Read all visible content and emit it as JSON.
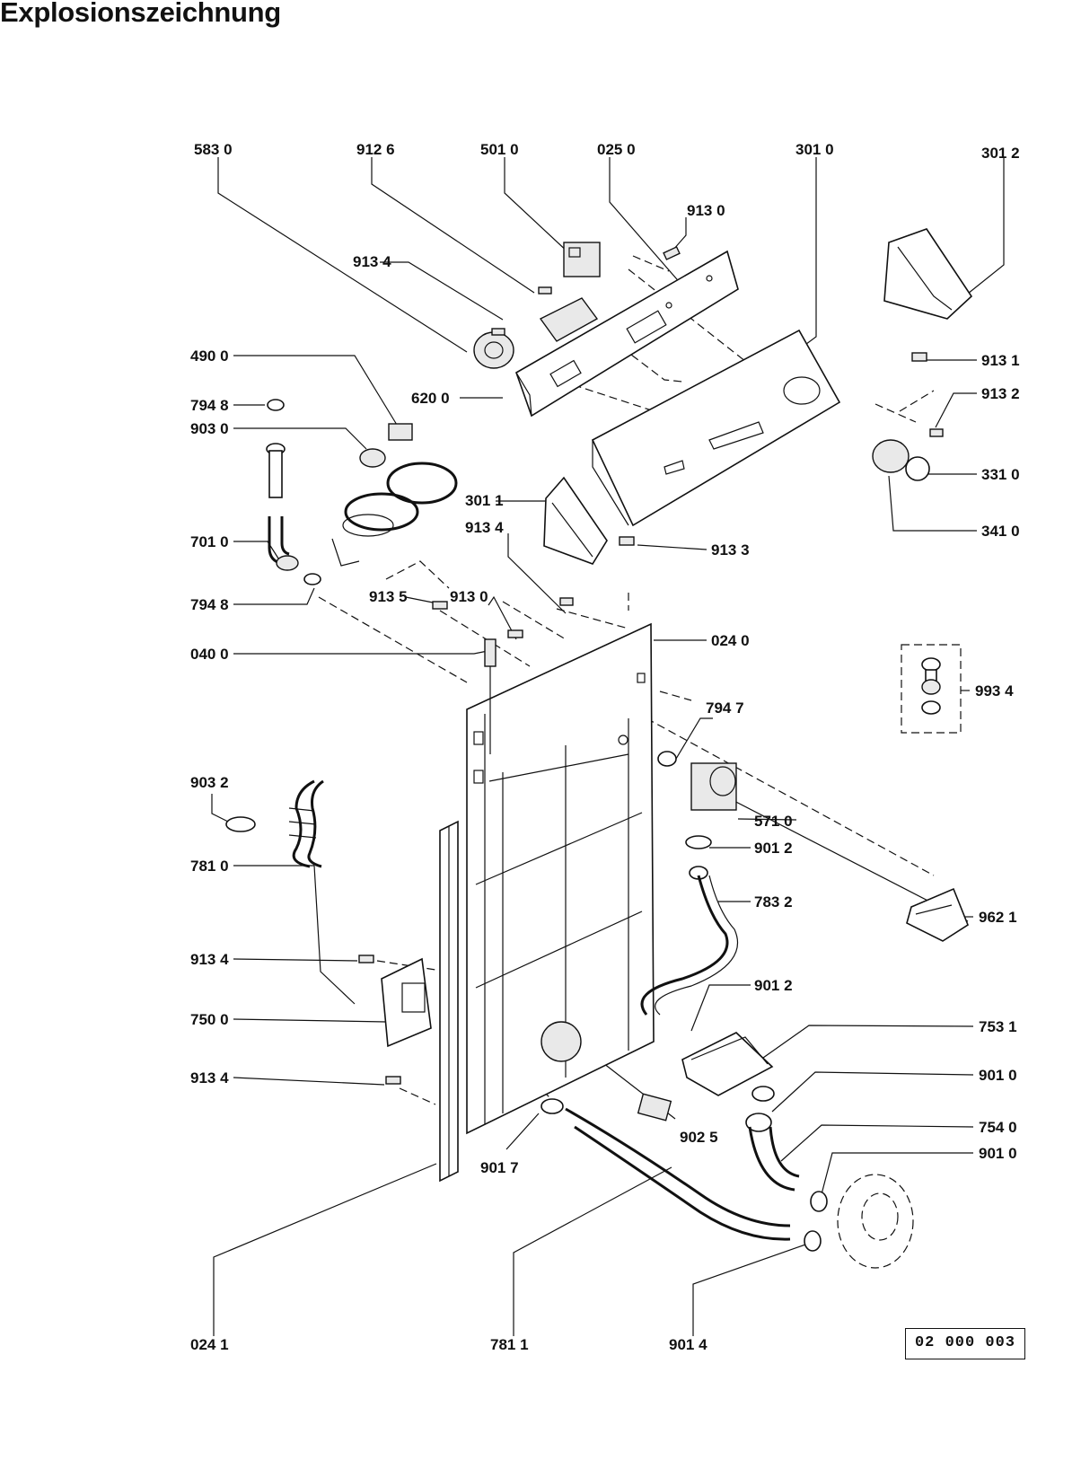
{
  "title": "Explosionszeichnung",
  "drawing_number": "02 000 003",
  "callouts": {
    "c5830": "583 0",
    "c9126": "912 6",
    "c5010": "501 0",
    "c0250": "025 0",
    "c3010": "301 0",
    "c3012": "301 2",
    "c9130a": "913 0",
    "c9134a": "913 4",
    "c9131": "913 1",
    "c4900": "490 0",
    "c6200": "620 0",
    "c9132": "913 2",
    "c7948a": "794 8",
    "c9030": "903 0",
    "c3310": "331 0",
    "c3011": "301 1",
    "c9134b": "913 4",
    "c3410": "341 0",
    "c7010": "701 0",
    "c9133": "913 3",
    "c9135": "913 5",
    "c9130b": "913 0",
    "c7948b": "794 8",
    "c0240": "024 0",
    "c0400": "040 0",
    "c9934": "993 4",
    "c7947": "794 7",
    "c9032": "903 2",
    "c5710": "571 0",
    "c9012a": "901 2",
    "c7810": "781 0",
    "c7832": "783 2",
    "c9621": "962 1",
    "c9134c": "913 4",
    "c9012b": "901 2",
    "c7500": "750 0",
    "c7531": "753 1",
    "c9134d": "913 4",
    "c9010a": "901 0",
    "c9025": "902 5",
    "c7540": "754 0",
    "c9017": "901 7",
    "c9010b": "901 0",
    "c0241": "024 1",
    "c7811": "781 1",
    "c9014": "901 4"
  }
}
